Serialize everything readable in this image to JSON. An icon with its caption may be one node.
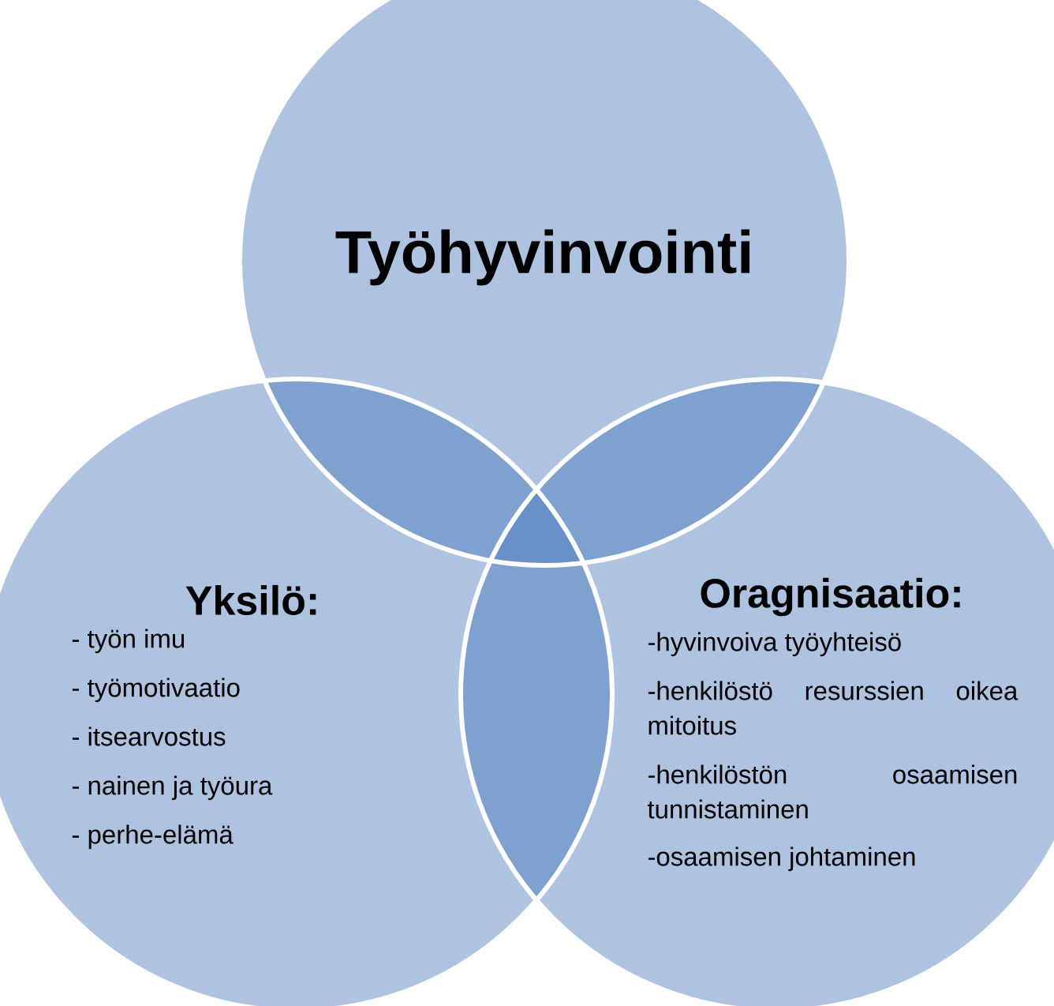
{
  "diagram": {
    "nodes": [
      {
        "text": [
          "Työhyvinvointi"
        ]
      },
      {
        "text": [
          "Yksilö:",
          "- työn imu",
          "- työmotivaatio",
          "- itsearvostus",
          "- nainen ja työura",
          "- perhe-elämä"
        ]
      },
      {
        "text": [
          "Oragnisaatio:",
          "-hyvinvoiva työyhteisö",
          "-henkilöstö resurssien oikea mitoitus",
          "-henkilöstön osaamisen tunnistaminen",
          "-osaamisen johtaminen"
        ]
      }
    ]
  }
}
